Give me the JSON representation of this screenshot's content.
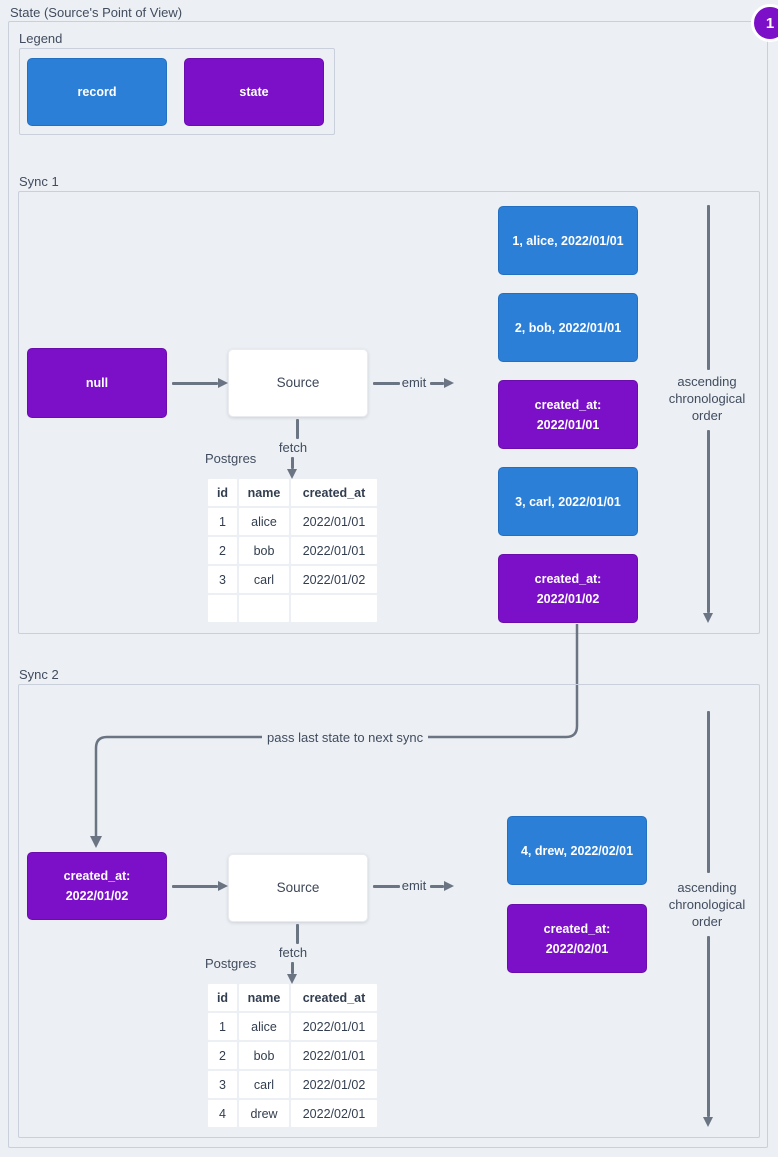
{
  "page": {
    "title": "State (Source's Point of View)",
    "badge": "1"
  },
  "colors": {
    "record": "#2b7fd6",
    "state": "#7c10c8",
    "line": "#6a7482",
    "background": "#ecf0f4",
    "border": "#c9d0db"
  },
  "legend": {
    "label": "Legend",
    "record_label": "record",
    "state_label": "state"
  },
  "pass_note": "pass last state to next sync",
  "sync1": {
    "label": "Sync 1",
    "input_state": "null",
    "source": "Source",
    "emit": "emit",
    "fetch": "fetch",
    "db": "Postgres",
    "order_note": "ascending chronological order",
    "table": {
      "headers": [
        "id",
        "name",
        "created_at"
      ],
      "rows": [
        [
          "1",
          "alice",
          "2022/01/01"
        ],
        [
          "2",
          "bob",
          "2022/01/01"
        ],
        [
          "3",
          "carl",
          "2022/01/02"
        ],
        [
          "",
          "",
          ""
        ]
      ]
    },
    "emitted": [
      {
        "kind": "record",
        "line1": "1, alice, 2022/01/01",
        "line2": ""
      },
      {
        "kind": "record",
        "line1": "2, bob, 2022/01/01",
        "line2": ""
      },
      {
        "kind": "state",
        "line1": "created_at:",
        "line2": "2022/01/01"
      },
      {
        "kind": "record",
        "line1": "3, carl, 2022/01/01",
        "line2": ""
      },
      {
        "kind": "state",
        "line1": "created_at:",
        "line2": "2022/01/02"
      }
    ]
  },
  "sync2": {
    "label": "Sync 2",
    "input_state": {
      "line1": "created_at:",
      "line2": "2022/01/02"
    },
    "source": "Source",
    "emit": "emit",
    "fetch": "fetch",
    "db": "Postgres",
    "order_note": "ascending chronological order",
    "table": {
      "headers": [
        "id",
        "name",
        "created_at"
      ],
      "rows": [
        [
          "1",
          "alice",
          "2022/01/01"
        ],
        [
          "2",
          "bob",
          "2022/01/01"
        ],
        [
          "3",
          "carl",
          "2022/01/02"
        ],
        [
          "4",
          "drew",
          "2022/02/01"
        ]
      ]
    },
    "emitted": [
      {
        "kind": "record",
        "line1": "4, drew, 2022/02/01",
        "line2": ""
      },
      {
        "kind": "state",
        "line1": "created_at:",
        "line2": "2022/02/01"
      }
    ]
  }
}
